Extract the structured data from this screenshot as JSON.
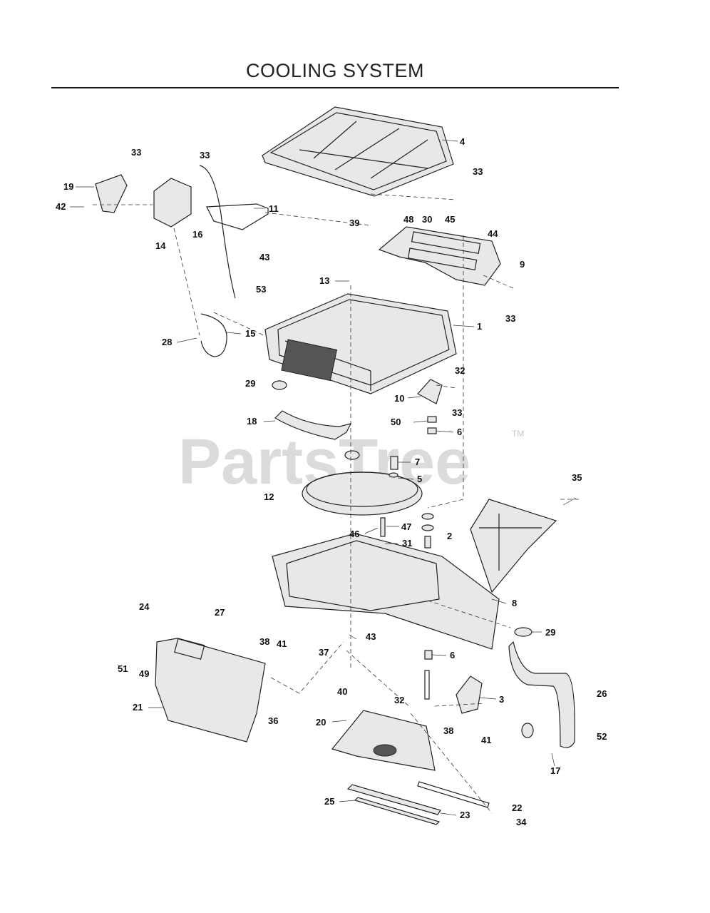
{
  "title": "COOLING SYSTEM",
  "watermark": {
    "text": "PartsTree",
    "trademark": "TM"
  },
  "callouts": [
    "1",
    "2",
    "3",
    "4",
    "5",
    "6",
    "6",
    "7",
    "8",
    "9",
    "10",
    "11",
    "12",
    "13",
    "14",
    "15",
    "16",
    "17",
    "18",
    "19",
    "20",
    "21",
    "22",
    "23",
    "24",
    "25",
    "26",
    "27",
    "28",
    "29",
    "29",
    "30",
    "31",
    "32",
    "32",
    "33",
    "33",
    "33",
    "33",
    "33",
    "34",
    "35",
    "36",
    "37",
    "38",
    "38",
    "39",
    "40",
    "41",
    "41",
    "42",
    "43",
    "43",
    "44",
    "45",
    "46",
    "47",
    "48",
    "49",
    "50",
    "51",
    "52",
    "53"
  ]
}
